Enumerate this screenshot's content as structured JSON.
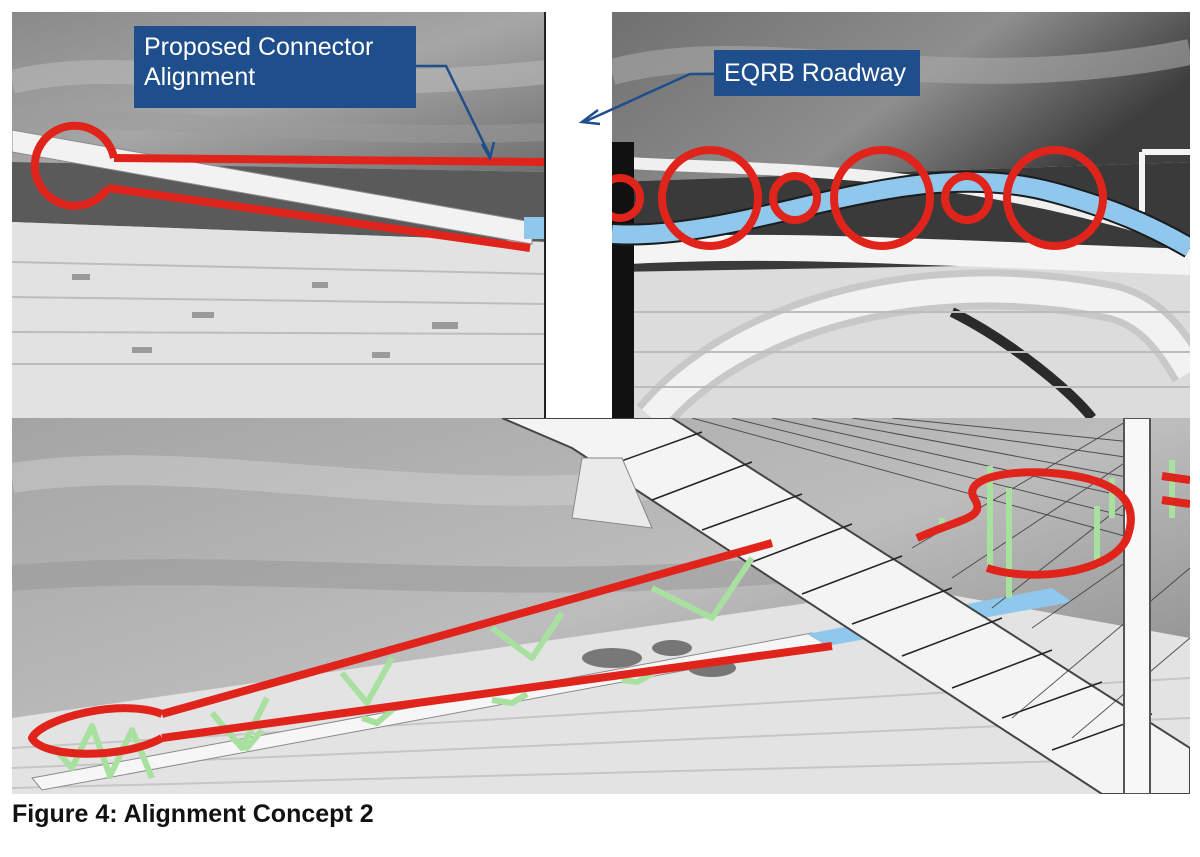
{
  "callouts": {
    "connector": "Proposed Connector\nAlignment",
    "eqrb": "EQRB Roadway"
  },
  "caption": "Figure 4: Alignment Concept 2",
  "colors": {
    "connector_alignment": "#e0241b",
    "eqrb_roadway": "#8fc8ec",
    "support_struts": "#a8e0a0",
    "callout_fill": "#1f4e8c",
    "callout_text": "#ffffff",
    "leader_line": "#1f4e8c"
  },
  "icons": [
    "arrow-icon"
  ]
}
